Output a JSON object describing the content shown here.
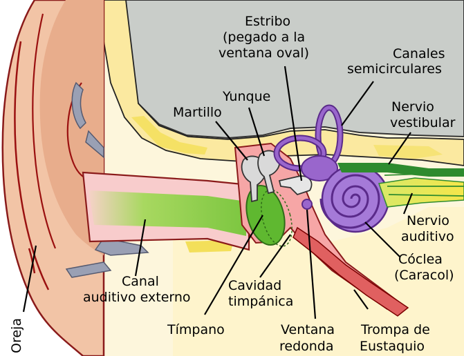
{
  "labels": {
    "oreja": "Oreja",
    "canal_1": "Canal",
    "canal_2": "auditivo externo",
    "timpano": "Tímpano",
    "cavidad_1": "Cavidad",
    "cavidad_2": "timpánica",
    "ventana_redonda_1": "Ventana",
    "ventana_redonda_2": "redonda",
    "trompa_1": "Trompa de",
    "trompa_2": "Eustaquio",
    "coclea_1": "Cóclea",
    "coclea_2": "(Caracol)",
    "nervio_auditivo_1": "Nervio",
    "nervio_auditivo_2": "auditivo",
    "nervio_vestibular_1": "Nervio",
    "nervio_vestibular_2": "vestibular",
    "canales_1": "Canales",
    "canales_2": "semicirculares",
    "estribo_1": "Estribo",
    "estribo_2": "(pegado a la",
    "estribo_3": "ventana oval)",
    "yunque": "Yunque",
    "martillo": "Martillo"
  },
  "colors": {
    "skin": "#f2c4a6",
    "skin_dark": "#e2a98a",
    "outline_red": "#b30000",
    "bone_gray": "#c8ccc8",
    "canal_pink": "#f8cccc",
    "canal_green": "#90d040",
    "cochlea_purple": "#9966cc",
    "cochlea_outline": "#5a2a8a",
    "nerve_yellow": "#f5e64a",
    "nerve_green": "#2e8b2e",
    "cream": "#fdf3c8",
    "eustachian_red": "#e06060",
    "cartilage_gray": "#9aa0b4"
  }
}
